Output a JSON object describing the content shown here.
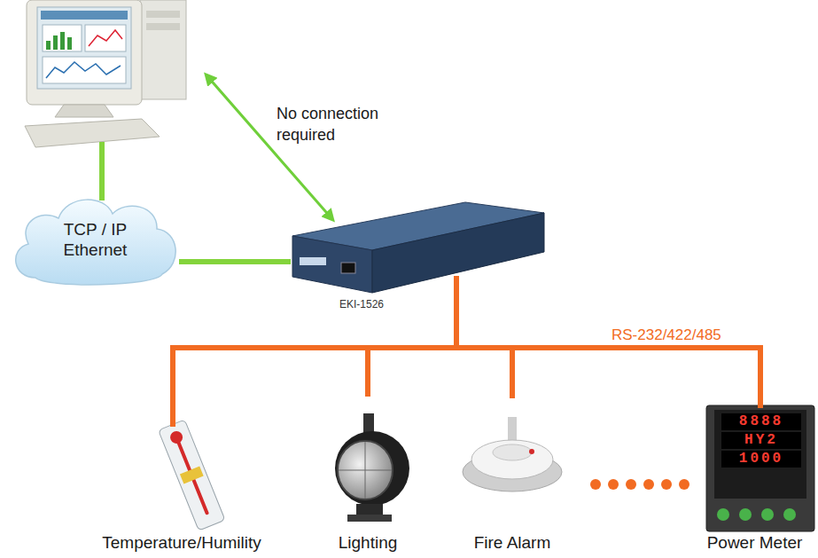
{
  "diagram": {
    "nodes": [
      {
        "text": [
          "TCP / IP Ethernet"
        ]
      },
      {
        "text": [
          "EKI-1526"
        ]
      },
      {
        "text": [
          "Temperature/Humility"
        ]
      },
      {
        "text": [
          "Lighting"
        ]
      },
      {
        "text": [
          "Fire Alarm"
        ]
      },
      {
        "text": [
          "Power Meter"
        ]
      }
    ],
    "edges": [
      {
        "from": 0,
        "to": 1,
        "arrow": "none"
      },
      {
        "from": 1,
        "to": 2,
        "arrow": "none"
      },
      {
        "from": 1,
        "to": 3,
        "arrow": "none"
      },
      {
        "from": 1,
        "to": 4,
        "arrow": "none"
      },
      {
        "from": 1,
        "to": 5,
        "label": "RS-232/422/485",
        "arrow": "none"
      }
    ],
    "labels": [
      "No connection required",
      "8888",
      "HY2",
      "1000"
    ]
  }
}
